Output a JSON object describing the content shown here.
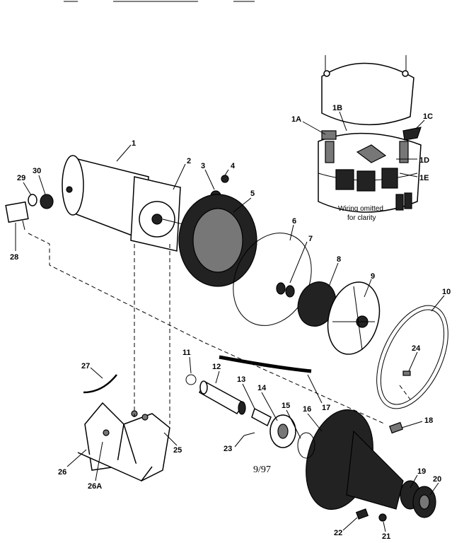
{
  "labels": {
    "p1": "1",
    "p2": "2",
    "p3": "3",
    "p4": "4",
    "p5": "5",
    "p6": "6",
    "p7": "7",
    "p8": "8",
    "p9": "9",
    "p10": "10",
    "p11": "11",
    "p12": "12",
    "p13": "13",
    "p14": "14",
    "p15": "15",
    "p16": "16",
    "p17": "17",
    "p18": "18",
    "p19": "19",
    "p20": "20",
    "p21": "21",
    "p22": "22",
    "p23": "23",
    "p24": "24",
    "p25": "25",
    "p26": "26",
    "p26a": "26A",
    "p27": "27",
    "p28": "28",
    "p29": "29",
    "p30": "30",
    "p1a": "1A",
    "p1b": "1B",
    "p1c": "1C",
    "p1d": "1D",
    "p1e": "1E"
  },
  "note_line1": "Wiring omitted",
  "note_line2": "for clarity",
  "date": "9/97"
}
